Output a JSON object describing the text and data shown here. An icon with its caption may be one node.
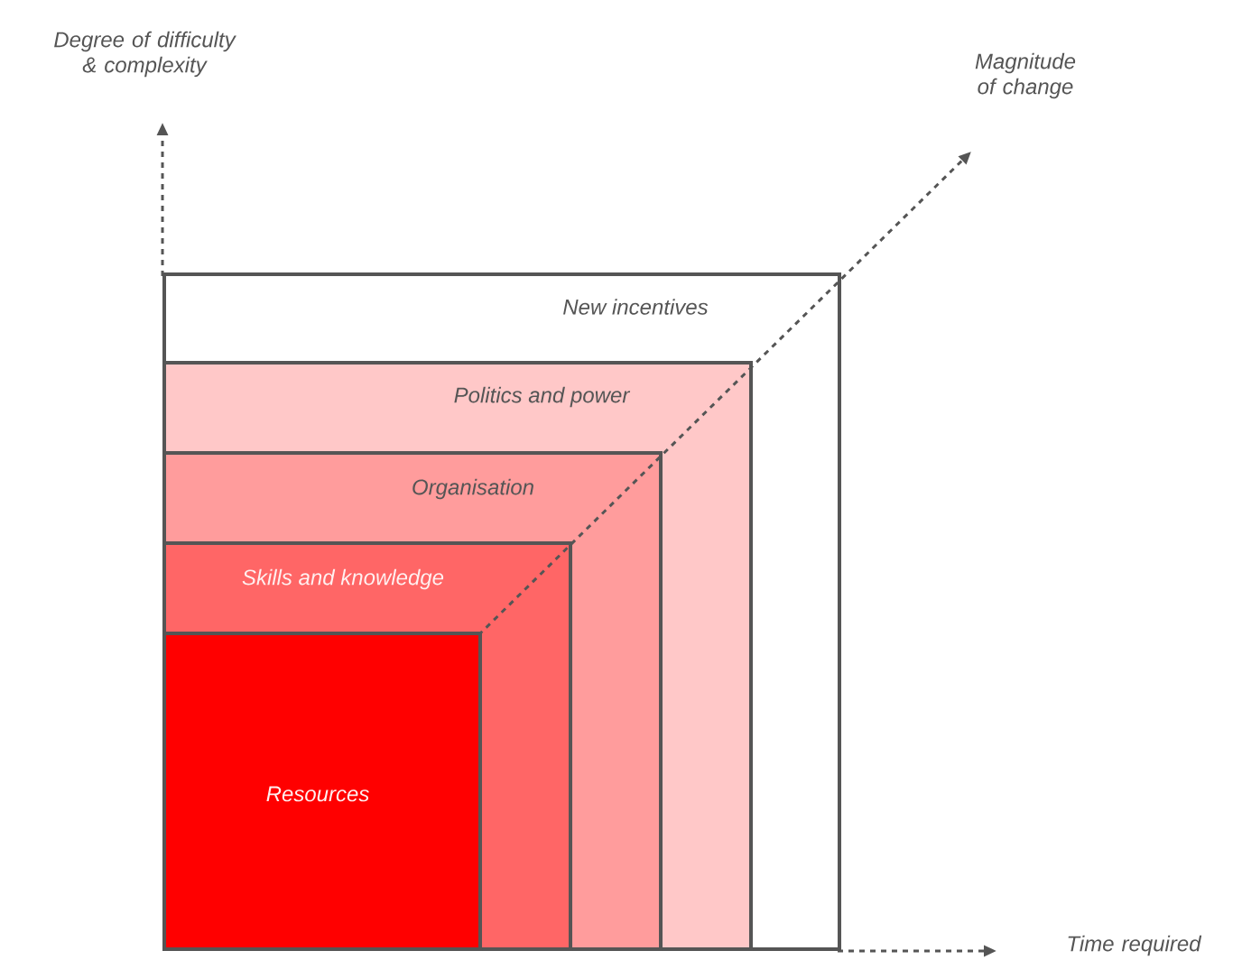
{
  "diagram": {
    "nodes": [
      {
        "text": [
          "New incentives"
        ]
      },
      {
        "text": [
          "Politics and power"
        ],
        "in": 0
      },
      {
        "text": [
          "Organisation"
        ],
        "in": 1
      },
      {
        "text": [
          "Skills and knowledge"
        ],
        "in": 2
      },
      {
        "text": [
          "Resources"
        ],
        "in": 3
      }
    ],
    "edges": [],
    "labels": [
      "Degree of difficulty & complexity",
      "Magnitude of change",
      "Time required"
    ]
  }
}
